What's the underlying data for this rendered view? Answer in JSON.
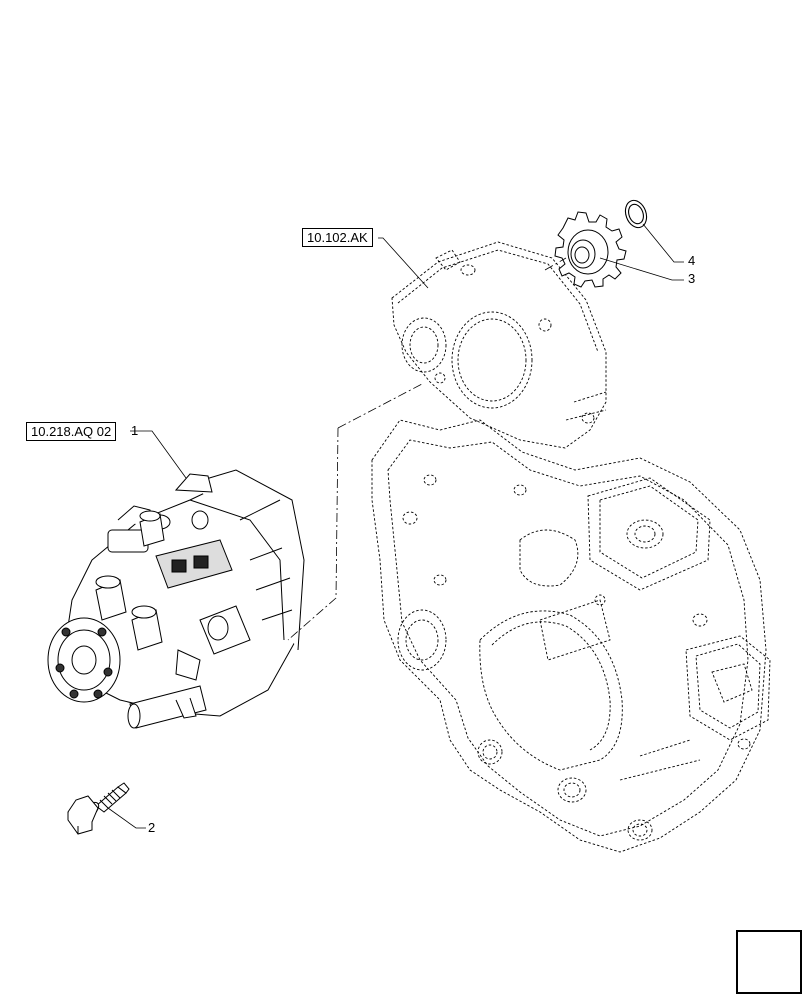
{
  "references": [
    {
      "id": "ref-10-102-ak",
      "label": "10.102.AK"
    },
    {
      "id": "ref-10-218-aq-02",
      "label": "10.218.AQ 02"
    }
  ],
  "callouts": [
    {
      "id": "1",
      "label": "1"
    },
    {
      "id": "2",
      "label": "2"
    },
    {
      "id": "3",
      "label": "3"
    },
    {
      "id": "4",
      "label": "4"
    }
  ],
  "parts": [
    {
      "callout": "1",
      "icon": "fuel-injection-pump-icon"
    },
    {
      "callout": "2",
      "icon": "flange-bolt-icon"
    },
    {
      "callout": "3",
      "icon": "drive-gear-icon"
    },
    {
      "callout": "4",
      "icon": "o-ring-icon"
    }
  ],
  "context_part": {
    "icon": "timing-gear-cover-icon",
    "style": "dashed-phantom"
  },
  "navigation": {
    "icon": "next-page-arrow-icon"
  }
}
